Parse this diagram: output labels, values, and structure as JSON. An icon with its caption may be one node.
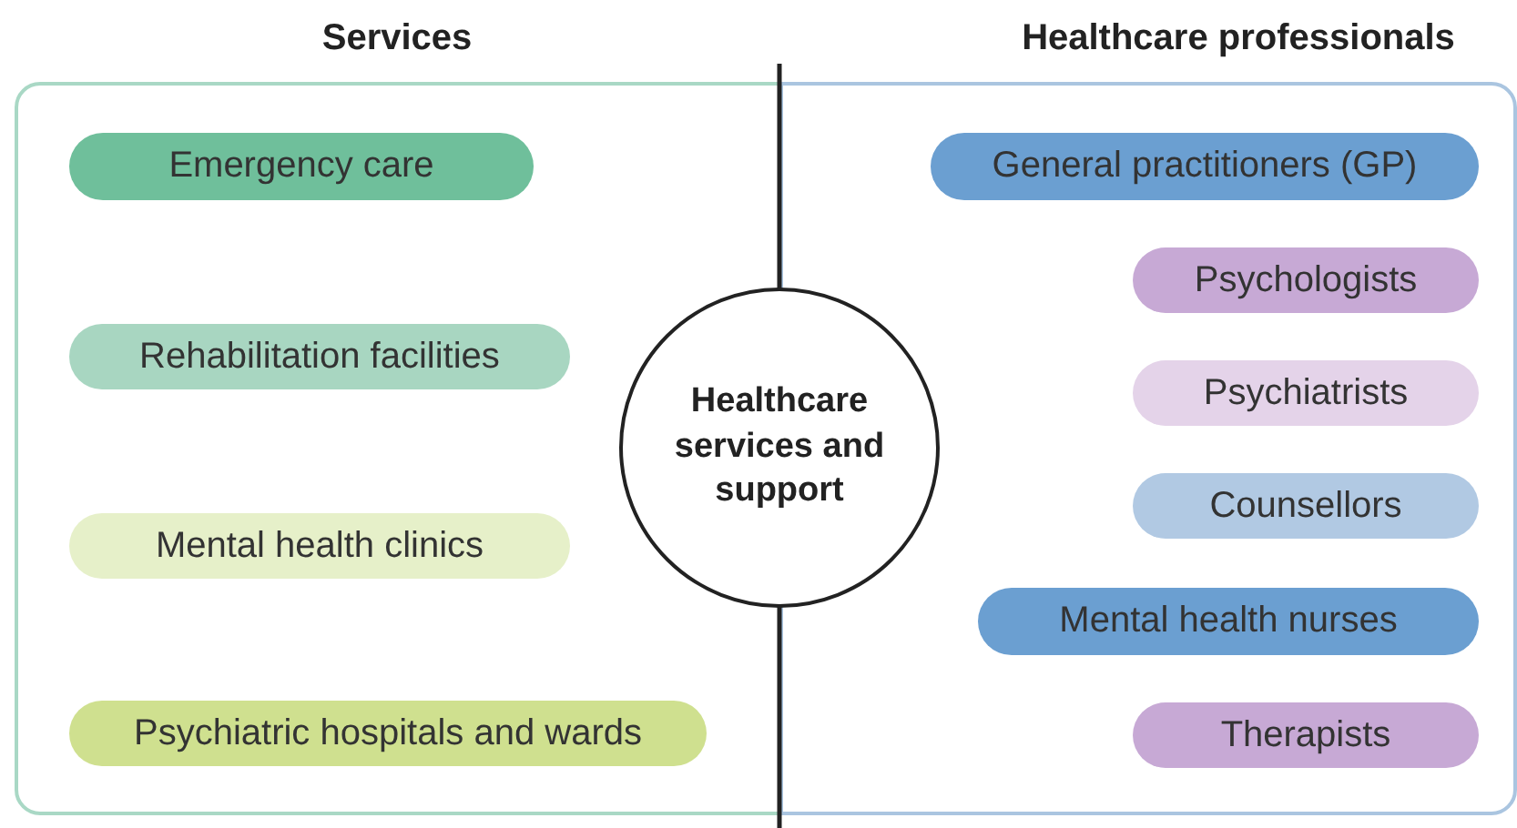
{
  "diagram": {
    "nodes": [
      {
        "text": [
          "Services"
        ]
      },
      {
        "text": [
          "Emergency care"
        ],
        "in": 0
      },
      {
        "text": [
          "Rehabilitation facilities"
        ],
        "in": 0
      },
      {
        "text": [
          "Mental health clinics"
        ],
        "in": 0
      },
      {
        "text": [
          "Psychiatric hospitals and wards"
        ],
        "in": 0
      },
      {
        "text": [
          "Healthcare professionals"
        ]
      },
      {
        "text": [
          "General practitioners (GP)"
        ],
        "in": 5
      },
      {
        "text": [
          "Psychologists"
        ],
        "in": 5
      },
      {
        "text": [
          "Psychiatrists"
        ],
        "in": 5
      },
      {
        "text": [
          "Counsellors"
        ],
        "in": 5
      },
      {
        "text": [
          "Mental health nurses"
        ],
        "in": 5
      },
      {
        "text": [
          "Therapists"
        ],
        "in": 5
      },
      {
        "text": [
          "Healthcare services and support"
        ]
      }
    ],
    "edges": []
  }
}
